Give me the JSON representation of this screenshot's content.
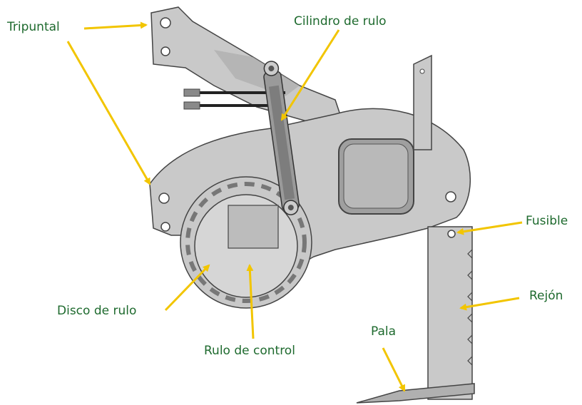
{
  "colors": {
    "label": "#1e6a2e",
    "arrow": "#f2c500",
    "metal": "#c9c9c9",
    "metal_dark": "#a9a9a9",
    "outline": "#444444"
  },
  "labels": {
    "tripuntal": "Tripuntal",
    "cilindro_de_rulo": "Cilindro de rulo",
    "fusible": "Fusible",
    "rejon": "Rejón",
    "disco_de_rulo": "Disco de rulo",
    "rulo_de_control": "Rulo de control",
    "pala": "Pala"
  }
}
